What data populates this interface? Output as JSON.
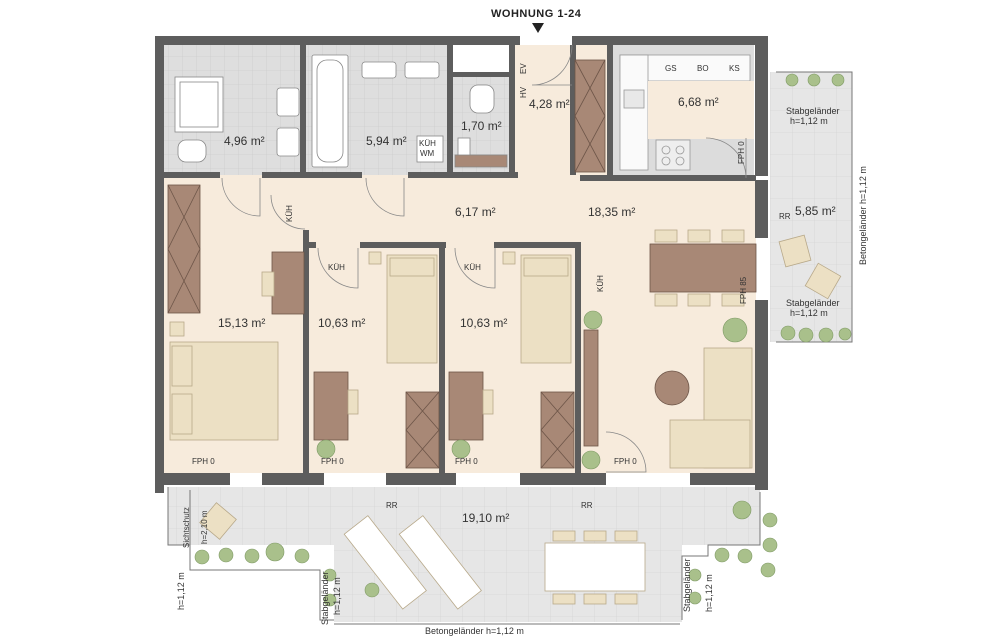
{
  "title": "WOHNUNG 1-24",
  "rooms": [
    {
      "id": "bath",
      "area": "4,96 m²"
    },
    {
      "id": "bath2",
      "area": "5,94 m²"
    },
    {
      "id": "wc",
      "area": "1,70 m²"
    },
    {
      "id": "entry",
      "area": "4,28 m²"
    },
    {
      "id": "kitchen",
      "area": "6,68 m²"
    },
    {
      "id": "corridor",
      "area": "6,17 m²"
    },
    {
      "id": "living",
      "area": "18,35 m²"
    },
    {
      "id": "bedroom-main",
      "area": "15,13 m²"
    },
    {
      "id": "bedroom-2",
      "area": "10,63 m²"
    },
    {
      "id": "bedroom-3",
      "area": "10,63 m²"
    },
    {
      "id": "balcony",
      "area": "5,85 m²"
    },
    {
      "id": "terrace",
      "area": "19,10 m²"
    }
  ],
  "labels": {
    "hv": "HV",
    "ev": "EV",
    "gs": "GS",
    "bo": "BO",
    "ks": "KS",
    "kuh": "KÜH",
    "wm": "WM",
    "fph0": "FPH 0",
    "fph85": "FPH 85",
    "rr": "RR",
    "stabgelaender": "Stabgeländer",
    "h112": "h=1,12 m",
    "betongelaender_h": "Betongeländer h=1,12 m",
    "sichtschutz": "Sichtschutz",
    "h210": "h=2,10 m"
  },
  "colors": {
    "wall": "#5d5d5d",
    "floor": "#f7ebdc",
    "tile": "#dcdcdc",
    "terrace": "#e4e4e4",
    "wood": "#a88876",
    "fabric": "#ece0c4",
    "plant": "#a9c08b"
  }
}
